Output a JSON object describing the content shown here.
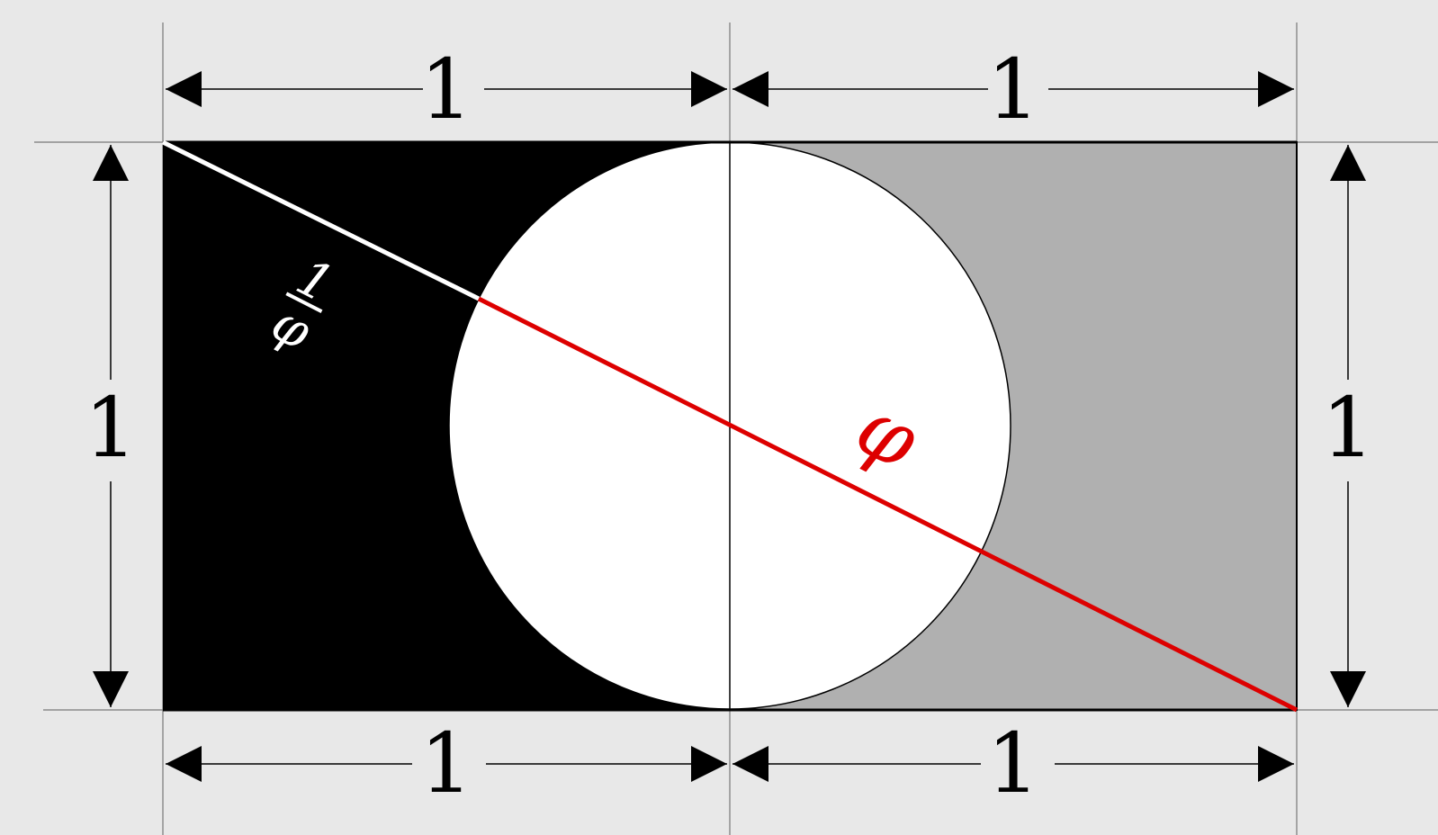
{
  "colors": {
    "background": "#e8e8e8",
    "left_square": "#000000",
    "right_square": "#b0b0b0",
    "circle": "#ffffff",
    "diagonal_inverse_phi": "#ffffff",
    "diagonal_phi": "#dd0000",
    "dimension_lines": "#000000"
  },
  "labels": {
    "top_left_width": "1",
    "top_right_width": "1",
    "bottom_left_width": "1",
    "bottom_right_width": "1",
    "left_height": "1",
    "right_height": "1",
    "phi": "φ",
    "inverse_phi_numerator": "1",
    "inverse_phi_denominator": "φ"
  }
}
